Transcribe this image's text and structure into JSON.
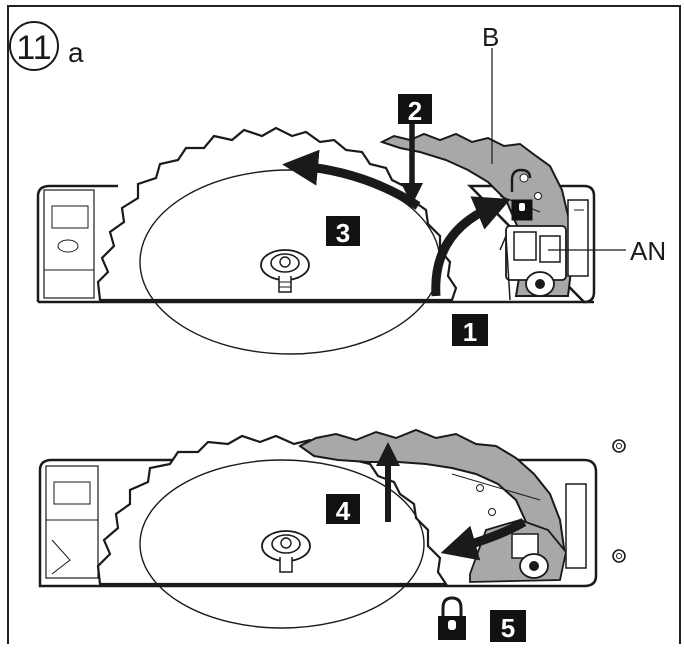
{
  "figure": {
    "number": "11",
    "sub": "a"
  },
  "labels": {
    "b": "B",
    "an": "AN"
  },
  "steps": [
    "1",
    "2",
    "3",
    "4",
    "5"
  ],
  "icons": {
    "lock_closed": "padlock-closed-icon",
    "lock_open": "padlock-open-icon"
  },
  "colors": {
    "line": "#1a1a1a",
    "guard_fill": "#a8a8a8",
    "badge_fill": "#111111",
    "badge_text": "#ffffff"
  }
}
